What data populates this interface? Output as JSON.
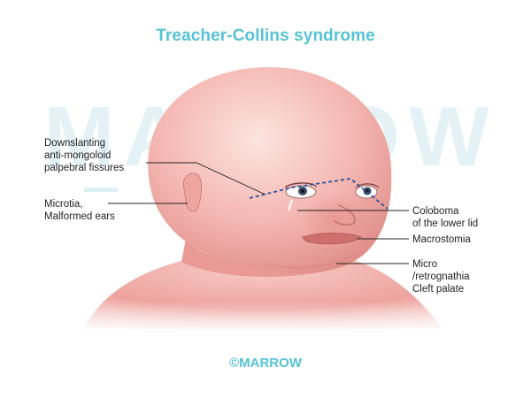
{
  "title": "Treacher-Collins syndrome",
  "watermark": "MARROW",
  "footer": "©MARROW",
  "labels": {
    "downslanting": "Downslanting\nanti-mongoloid\npalpebral fissures",
    "microtia": "Microtia,\nMalformed ears",
    "coloboma": "Coloboma\nof the lower lid",
    "macrostomia": "Macrostomia",
    "micrognathia": "Micro\n/retrognathia\nCleft palate"
  },
  "colors": {
    "accent": "#56c3d6",
    "skin": "#f0a7a4",
    "skin_shadow": "#d97f7e",
    "eye_line": "#2b4f9c"
  }
}
